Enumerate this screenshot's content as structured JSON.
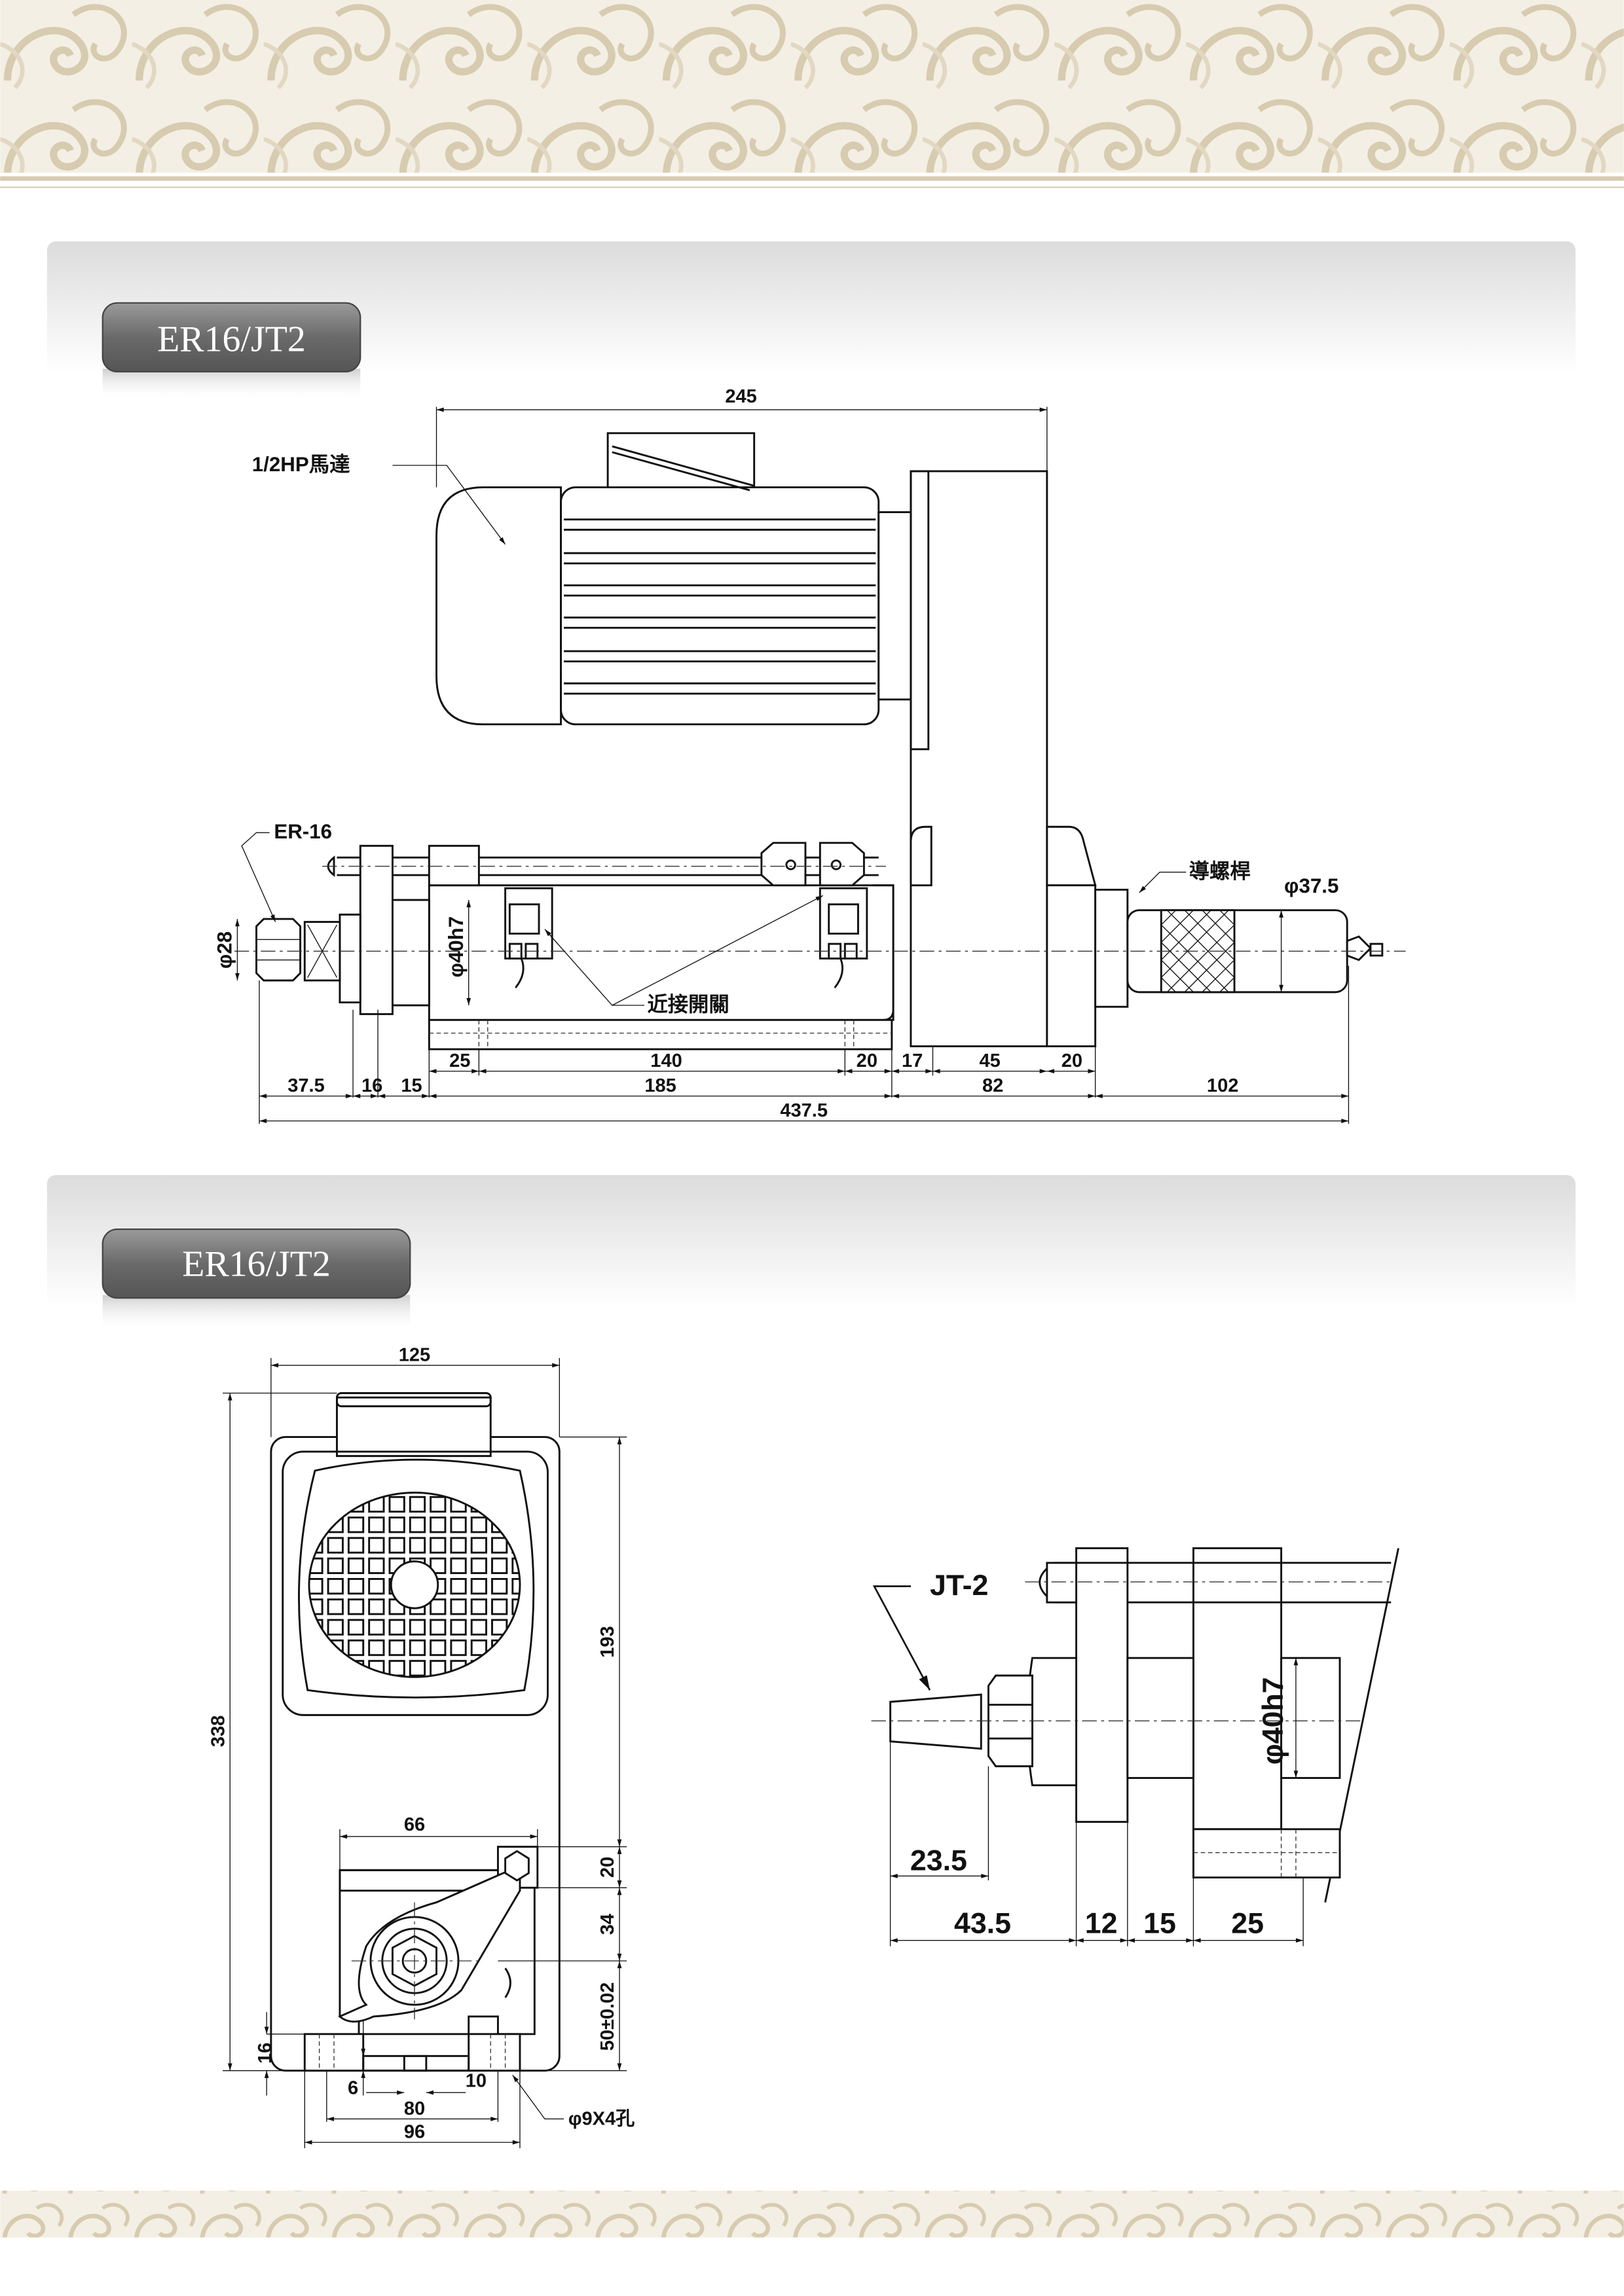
{
  "sections": [
    {
      "title": "ER16/JT2"
    },
    {
      "title": "ER16/JT2"
    }
  ],
  "side_view": {
    "labels": {
      "motor": "1/2HP馬達",
      "collet": "ER-16",
      "lead_screw": "導螺桿",
      "screw_dia": "φ37.5",
      "collet_dia": "φ28",
      "spindle_dia": "φ40h7",
      "proximity_switch": "近接開關"
    },
    "dims": {
      "overall_top": "245",
      "row1": [
        "25",
        "140",
        "20",
        "17",
        "45",
        "20"
      ],
      "row2": [
        "37.5",
        "16",
        "15",
        "185",
        "82",
        "102"
      ],
      "total": "437.5"
    }
  },
  "end_view": {
    "dims": {
      "width": "125",
      "height": "338",
      "upper": "193",
      "mech_width": "66",
      "d20": "20",
      "d34": "34",
      "d50": "50±0.02",
      "d16": "16",
      "d6": "6",
      "d10": "10",
      "d80": "80",
      "d96": "96"
    },
    "hole_note": "φ9X4孔"
  },
  "jt_detail": {
    "label": "JT-2",
    "spindle_dia": "φ40h7",
    "dims": [
      "23.5",
      "43.5",
      "12",
      "15",
      "25"
    ]
  },
  "colors": {
    "ornament": "#d9cfb8",
    "title_pill": "#6e6e6e",
    "panel": "#e4e4e4"
  }
}
